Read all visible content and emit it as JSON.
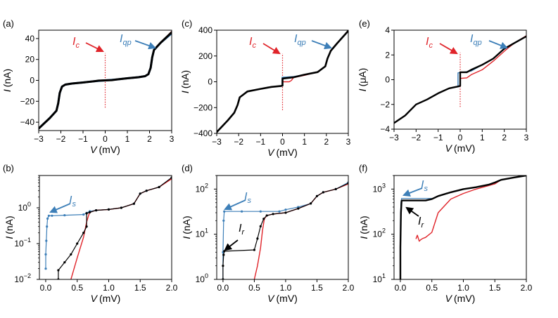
{
  "colors": {
    "black": "#000000",
    "red": "#e0242a",
    "blue": "#3d7fb8"
  },
  "chart_data": [
    {
      "id": "a",
      "panel_label": "(a)",
      "type": "line",
      "xlabel_var": "V",
      "xlabel_unit": "(mV)",
      "ylabel_var": "I",
      "ylabel_unit": "(nA)",
      "xlim": [
        -3,
        3
      ],
      "ylim": [
        -48,
        48
      ],
      "yscale": "linear",
      "x_ticks": [
        -3,
        -2,
        -1,
        0,
        1,
        2,
        3
      ],
      "x_tick_labels": [
        "−3",
        "−2",
        "−1",
        "0",
        "1",
        "2",
        "3"
      ],
      "y_ticks": [
        -40,
        -20,
        0,
        20,
        40
      ],
      "y_tick_labels": [
        "−40",
        "−20",
        "0",
        "20",
        "40"
      ],
      "annotations": [
        {
          "kind": "Ic",
          "base": "I",
          "sub": "c",
          "color": "red"
        },
        {
          "kind": "Iqp",
          "base": "I",
          "sub": "qp",
          "color": "blue"
        }
      ],
      "dotted_line": {
        "x": 0,
        "y": [
          -26,
          26
        ],
        "color": "red"
      },
      "series": [
        {
          "color": "blue",
          "style": "line",
          "width": 3.0,
          "x": [
            -3.0,
            -2.5,
            -2.2,
            -2.12,
            -2.05,
            -1.95,
            -1.8,
            -1.5,
            -1.0,
            -0.5,
            0.0,
            0.5,
            1.0,
            1.5,
            1.8,
            1.95,
            2.05,
            2.12,
            2.2,
            2.5,
            3.0
          ],
          "y": [
            -46,
            -36,
            -29,
            -22,
            -12,
            -6,
            -4,
            -3,
            -2,
            -0.8,
            0,
            0.8,
            2,
            3,
            4,
            6,
            12,
            22,
            29,
            36,
            45
          ]
        },
        {
          "color": "red",
          "style": "line",
          "width": 1.4,
          "x": [
            -3.0,
            -2.5,
            -2.2,
            -2.12,
            -2.05,
            -1.95,
            -1.8,
            -1.5,
            -1.0,
            -0.5,
            0.0,
            0.5,
            1.0,
            1.5,
            1.8,
            1.95,
            2.05,
            2.12,
            2.2,
            2.5,
            3.0
          ],
          "y": [
            -46,
            -36,
            -29,
            -22,
            -12,
            -6,
            -4,
            -3,
            -2,
            -0.8,
            0,
            0.8,
            2,
            3,
            4,
            6,
            12,
            22,
            29,
            36,
            47
          ]
        },
        {
          "color": "black",
          "style": "line",
          "width": 3.0,
          "x": [
            -3.0,
            -2.5,
            -2.2,
            -2.12,
            -2.05,
            -1.95,
            -1.8,
            -1.5,
            -1.0,
            -0.5,
            -0.3,
            0.0,
            0.3,
            0.5,
            1.0,
            1.5,
            1.8,
            1.95,
            2.05,
            2.12,
            2.2,
            2.5,
            3.0
          ],
          "y": [
            -46,
            -36,
            -29,
            -22,
            -12,
            -6,
            -4,
            -3,
            -2,
            -0.8,
            -0.3,
            0,
            0.3,
            0.8,
            2,
            3,
            4,
            6,
            12,
            22,
            29,
            36,
            46
          ]
        }
      ]
    },
    {
      "id": "c",
      "panel_label": "(c)",
      "type": "line",
      "xlabel_var": "V",
      "xlabel_unit": "(mV)",
      "ylabel_var": "I",
      "ylabel_unit": "(nA)",
      "xlim": [
        -3,
        3
      ],
      "ylim": [
        -400,
        400
      ],
      "yscale": "linear",
      "x_ticks": [
        -3,
        -2,
        -1,
        0,
        1,
        2,
        3
      ],
      "x_tick_labels": [
        "−3",
        "−2",
        "−1",
        "0",
        "1",
        "2",
        "3"
      ],
      "y_ticks": [
        -400,
        -200,
        0,
        200,
        400
      ],
      "y_tick_labels": [
        "−400",
        "−200",
        "0",
        "200",
        "400"
      ],
      "annotations": [
        {
          "kind": "Ic",
          "base": "I",
          "sub": "c",
          "color": "red"
        },
        {
          "kind": "Iqp",
          "base": "I",
          "sub": "qp",
          "color": "blue"
        }
      ],
      "dotted_line": {
        "x": 0,
        "y": [
          -220,
          220
        ],
        "color": "red"
      },
      "series": [
        {
          "color": "blue",
          "style": "line",
          "width": 1.4,
          "x": [
            -3.0,
            -2.5,
            -2.2,
            -2.05,
            -1.95,
            -1.6,
            -1.0,
            -0.5,
            -0.02,
            -0.02,
            0.02,
            0.02,
            0.5,
            1.0,
            1.6,
            1.95,
            2.05,
            2.2,
            2.5,
            3.0
          ],
          "y": [
            -390,
            -300,
            -240,
            -180,
            -120,
            -75,
            -55,
            -40,
            -35,
            35,
            35,
            35,
            40,
            55,
            75,
            120,
            180,
            240,
            300,
            395
          ]
        },
        {
          "color": "red",
          "style": "line",
          "width": 1.4,
          "x": [
            -3.0,
            -2.5,
            -2.2,
            -2.05,
            -1.95,
            -1.6,
            -1.0,
            -0.5,
            0.0,
            0.0,
            0.3,
            0.4,
            0.5,
            1.0,
            1.6,
            1.95,
            2.05,
            2.2,
            2.5,
            3.0
          ],
          "y": [
            -390,
            -300,
            -240,
            -180,
            -120,
            -75,
            -55,
            -40,
            -30,
            0,
            0,
            10,
            32,
            50,
            75,
            120,
            180,
            240,
            300,
            400
          ]
        },
        {
          "color": "black",
          "style": "line",
          "width": 2.6,
          "x": [
            -3.0,
            -2.5,
            -2.2,
            -2.05,
            -1.95,
            -1.6,
            -1.0,
            -0.5,
            -0.1,
            0.0,
            0.0,
            0.5,
            1.0,
            1.6,
            1.95,
            2.05,
            2.2,
            2.5,
            3.0
          ],
          "y": [
            -390,
            -300,
            -240,
            -180,
            -120,
            -75,
            -55,
            -40,
            -33,
            -30,
            25,
            35,
            55,
            75,
            120,
            180,
            240,
            300,
            395
          ]
        }
      ]
    },
    {
      "id": "e",
      "panel_label": "(e)",
      "type": "line",
      "xlabel_var": "V",
      "xlabel_unit": "(mV)",
      "ylabel_var": "I",
      "ylabel_unit": "(μA)",
      "xlim": [
        -3,
        3
      ],
      "ylim": [
        -4,
        4
      ],
      "yscale": "linear",
      "x_ticks": [
        -3,
        -2,
        -1,
        0,
        1,
        2,
        3
      ],
      "x_tick_labels": [
        "−3",
        "−2",
        "−1",
        "0",
        "1",
        "2",
        "3"
      ],
      "y_ticks": [
        -4,
        -2,
        0,
        2,
        4
      ],
      "y_tick_labels": [
        "−4",
        "−2",
        "0",
        "2",
        "4"
      ],
      "annotations": [
        {
          "kind": "Ic",
          "base": "I",
          "sub": "c",
          "color": "red"
        },
        {
          "kind": "Iqp",
          "base": "I",
          "sub": "qp",
          "color": "blue"
        }
      ],
      "dotted_line": {
        "x": 0,
        "y": [
          -2.2,
          2.2
        ],
        "color": "red"
      },
      "series": [
        {
          "color": "blue",
          "style": "line",
          "width": 1.4,
          "x": [
            -3.0,
            -2.5,
            -2.0,
            -1.5,
            -1.0,
            -0.5,
            -0.1,
            -0.1,
            0.5,
            1.0,
            1.5,
            2.0,
            2.5,
            3.0
          ],
          "y": [
            -3.5,
            -2.9,
            -2.0,
            -1.6,
            -1.1,
            -0.7,
            -0.55,
            0.55,
            0.7,
            1.2,
            1.7,
            2.5,
            3.0,
            3.5
          ]
        },
        {
          "color": "red",
          "style": "line",
          "width": 1.4,
          "x": [
            -3.0,
            -2.5,
            -2.0,
            -1.5,
            -1.0,
            -0.5,
            -0.1,
            0.0,
            0.0,
            0.3,
            0.5,
            1.0,
            1.5,
            2.0,
            2.2,
            2.5,
            3.0
          ],
          "y": [
            -3.5,
            -2.9,
            -2.0,
            -1.6,
            -1.1,
            -0.7,
            -0.55,
            -0.5,
            0.1,
            0.15,
            0.4,
            0.8,
            1.5,
            2.3,
            2.6,
            3.0,
            3.55
          ]
        },
        {
          "color": "black",
          "style": "line",
          "width": 2.4,
          "x": [
            -3.0,
            -2.5,
            -2.0,
            -1.5,
            -1.0,
            -0.5,
            -0.1,
            0.0,
            0.0,
            0.3,
            0.5,
            1.0,
            1.5,
            2.0,
            2.5,
            3.0
          ],
          "y": [
            -3.5,
            -2.9,
            -2.0,
            -1.6,
            -1.1,
            -0.7,
            -0.55,
            -0.5,
            0.6,
            0.6,
            0.8,
            1.2,
            1.7,
            2.5,
            3.0,
            3.5
          ]
        }
      ]
    },
    {
      "id": "b",
      "panel_label": "(b)",
      "type": "line",
      "xlabel_var": "V",
      "xlabel_unit": "(mV)",
      "ylabel_var": "I",
      "ylabel_unit": "(nA)",
      "xlim": [
        -0.1,
        2.0
      ],
      "ylim": [
        0.01,
        8
      ],
      "yscale": "log",
      "x_ticks": [
        0,
        0.5,
        1.0,
        1.5,
        2.0
      ],
      "x_tick_labels": [
        "0.0",
        "0.5",
        "1.0",
        "1.5",
        "2.0"
      ],
      "y_ticks": [
        0.01,
        0.1,
        1
      ],
      "y_tick_labels_base": [
        "10",
        "10",
        "10"
      ],
      "y_tick_labels_exp": [
        "−2",
        "−1",
        "0"
      ],
      "annotations": [
        {
          "kind": "Is",
          "base": "I",
          "sub": "s",
          "color": "blue"
        }
      ],
      "series": [
        {
          "color": "blue",
          "style": "line+marker",
          "width": 1.2,
          "x": [
            0.0,
            0.0,
            0.01,
            0.02,
            0.03,
            0.05,
            0.1,
            0.3,
            0.6,
            0.65,
            0.7,
            0.8,
            1.0,
            1.2,
            1.4,
            1.5,
            1.6,
            1.8,
            2.0
          ],
          "y": [
            0.02,
            0.05,
            0.12,
            0.3,
            0.5,
            0.6,
            0.6,
            0.62,
            0.65,
            0.72,
            0.8,
            0.85,
            0.9,
            1.0,
            1.3,
            2.5,
            3.0,
            3.8,
            7.0
          ]
        },
        {
          "color": "red",
          "style": "line",
          "width": 1.4,
          "x": [
            0.4,
            0.5,
            0.6,
            0.65,
            0.68,
            0.7,
            0.75,
            0.8,
            1.0,
            1.2,
            1.4,
            1.5,
            1.6,
            1.8,
            2.0
          ],
          "y": [
            0.01,
            0.04,
            0.15,
            0.4,
            0.6,
            0.75,
            0.8,
            0.85,
            0.9,
            1.0,
            1.3,
            2.5,
            3.0,
            3.8,
            6.5
          ]
        },
        {
          "color": "black",
          "style": "line+marker",
          "width": 1.2,
          "x": [
            0.2,
            0.2,
            0.3,
            0.4,
            0.5,
            0.6,
            0.65,
            0.65,
            0.7,
            0.8,
            1.0,
            1.2,
            1.4,
            1.5,
            1.6,
            1.8,
            2.0
          ],
          "y": [
            0.01,
            0.018,
            0.03,
            0.05,
            0.1,
            0.2,
            0.3,
            0.7,
            0.75,
            0.85,
            0.9,
            1.0,
            1.3,
            2.5,
            3.0,
            3.8,
            7.0
          ]
        }
      ]
    },
    {
      "id": "d",
      "panel_label": "(d)",
      "type": "line",
      "xlabel_var": "V",
      "xlabel_unit": "(mV)",
      "ylabel_var": "I",
      "ylabel_unit": "(nA)",
      "xlim": [
        -0.1,
        2.0
      ],
      "ylim": [
        1,
        200
      ],
      "yscale": "log",
      "x_ticks": [
        0,
        0.5,
        1.0,
        1.5,
        2.0
      ],
      "x_tick_labels": [
        "0.0",
        "0.5",
        "1.0",
        "1.5",
        "2.0"
      ],
      "y_ticks": [
        1,
        10,
        100
      ],
      "y_tick_labels_base": [
        "10",
        "10",
        "10"
      ],
      "y_tick_labels_exp": [
        "0",
        "1",
        "2"
      ],
      "annotations": [
        {
          "kind": "Is",
          "base": "I",
          "sub": "s",
          "color": "blue"
        },
        {
          "kind": "Ir",
          "base": "I",
          "sub": "r",
          "color": "black"
        }
      ],
      "series": [
        {
          "color": "blue",
          "style": "line+marker",
          "width": 1.2,
          "x": [
            0.0,
            0.0,
            0.01,
            0.02,
            0.3,
            0.6,
            0.9,
            1.0,
            1.2,
            1.4,
            1.5,
            1.6,
            1.8,
            2.0
          ],
          "y": [
            1,
            4,
            20,
            32,
            32,
            32,
            32,
            35,
            40,
            48,
            70,
            85,
            100,
            140
          ]
        },
        {
          "color": "red",
          "style": "line",
          "width": 1.4,
          "x": [
            0.5,
            0.55,
            0.6,
            0.63,
            0.66,
            0.7,
            0.8,
            1.0,
            1.2,
            1.4,
            1.5,
            1.6,
            1.8,
            2.0
          ],
          "y": [
            1,
            2,
            5,
            12,
            22,
            26,
            28,
            30,
            37,
            48,
            70,
            85,
            100,
            130
          ]
        },
        {
          "color": "black",
          "style": "line+marker",
          "width": 1.2,
          "x": [
            0.0,
            0.0,
            0.01,
            0.02,
            0.5,
            0.55,
            0.6,
            0.65,
            0.7,
            0.8,
            1.0,
            1.2,
            1.4,
            1.5,
            1.6,
            1.8,
            2.0
          ],
          "y": [
            1,
            2,
            3.5,
            4.2,
            4.5,
            8,
            15,
            22,
            26,
            28,
            30,
            37,
            48,
            70,
            85,
            100,
            135
          ]
        }
      ]
    },
    {
      "id": "f",
      "panel_label": "(f)",
      "type": "line",
      "xlabel_var": "V",
      "xlabel_unit": "(mV)",
      "ylabel_var": "I",
      "ylabel_unit": "(nA)",
      "xlim": [
        -0.1,
        2.0
      ],
      "ylim": [
        10,
        2000
      ],
      "yscale": "log",
      "x_ticks": [
        0,
        0.5,
        1.0,
        1.5,
        2.0
      ],
      "x_tick_labels": [
        "0.0",
        "0.5",
        "1.0",
        "1.5",
        "2.0"
      ],
      "y_ticks": [
        10,
        100,
        1000
      ],
      "y_tick_labels_base": [
        "10",
        "10",
        "10"
      ],
      "y_tick_labels_exp": [
        "1",
        "2",
        "3"
      ],
      "annotations": [
        {
          "kind": "Is",
          "base": "I",
          "sub": "s",
          "color": "blue"
        },
        {
          "kind": "Ir",
          "base": "I",
          "sub": "r",
          "color": "black"
        }
      ],
      "series": [
        {
          "color": "blue",
          "style": "line",
          "width": 1.2,
          "x": [
            0.0,
            0.0,
            0.01,
            0.02,
            0.3,
            0.5
          ],
          "y": [
            10,
            200,
            500,
            620,
            620,
            620
          ]
        },
        {
          "color": "red",
          "style": "line",
          "width": 1.4,
          "x": [
            0.25,
            0.27,
            0.3,
            0.32,
            0.35,
            0.4,
            0.5,
            0.6,
            0.8,
            1.0,
            1.2,
            1.5,
            1.6,
            1.8,
            2.0
          ],
          "y": [
            80,
            95,
            70,
            75,
            80,
            85,
            110,
            300,
            600,
            800,
            1000,
            1300,
            1600,
            1800,
            2000
          ]
        },
        {
          "color": "black",
          "style": "line",
          "width": 2.4,
          "x": [
            0.0,
            0.0,
            0.01,
            0.02,
            0.03,
            0.4,
            0.5,
            0.6,
            0.8,
            1.0,
            1.2,
            1.4,
            1.5,
            1.6,
            1.8,
            2.0
          ],
          "y": [
            10,
            50,
            300,
            550,
            560,
            560,
            600,
            700,
            850,
            1000,
            1100,
            1250,
            1400,
            1600,
            1800,
            2000
          ]
        }
      ]
    }
  ]
}
